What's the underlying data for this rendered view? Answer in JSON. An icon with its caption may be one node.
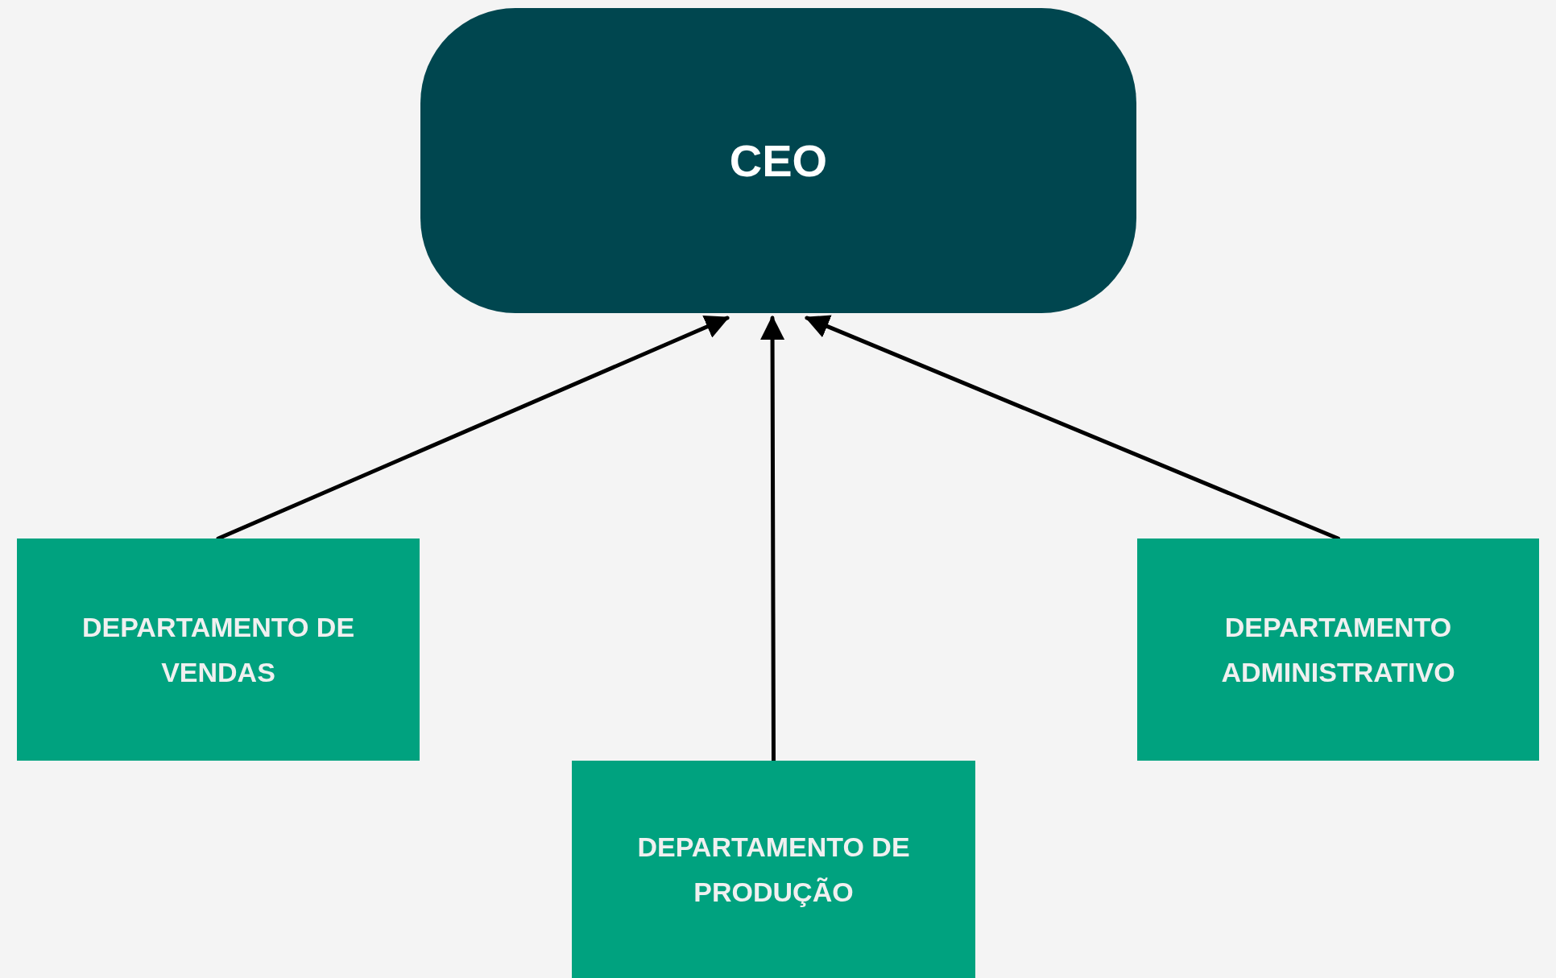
{
  "diagram": {
    "nodes": [
      {
        "text": [
          "CEO"
        ]
      },
      {
        "text": [
          "DEPARTAMENTO DE VENDAS"
        ]
      },
      {
        "text": [
          "DEPARTAMENTO DE PRODUÇÃO"
        ]
      },
      {
        "text": [
          "DEPARTAMENTO ADMINISTRATIVO"
        ]
      }
    ],
    "edges": [
      {
        "from": 1,
        "to": 0,
        "arrow": "to"
      },
      {
        "from": 2,
        "to": 0,
        "arrow": "to"
      },
      {
        "from": 3,
        "to": 0,
        "arrow": "to"
      }
    ]
  }
}
